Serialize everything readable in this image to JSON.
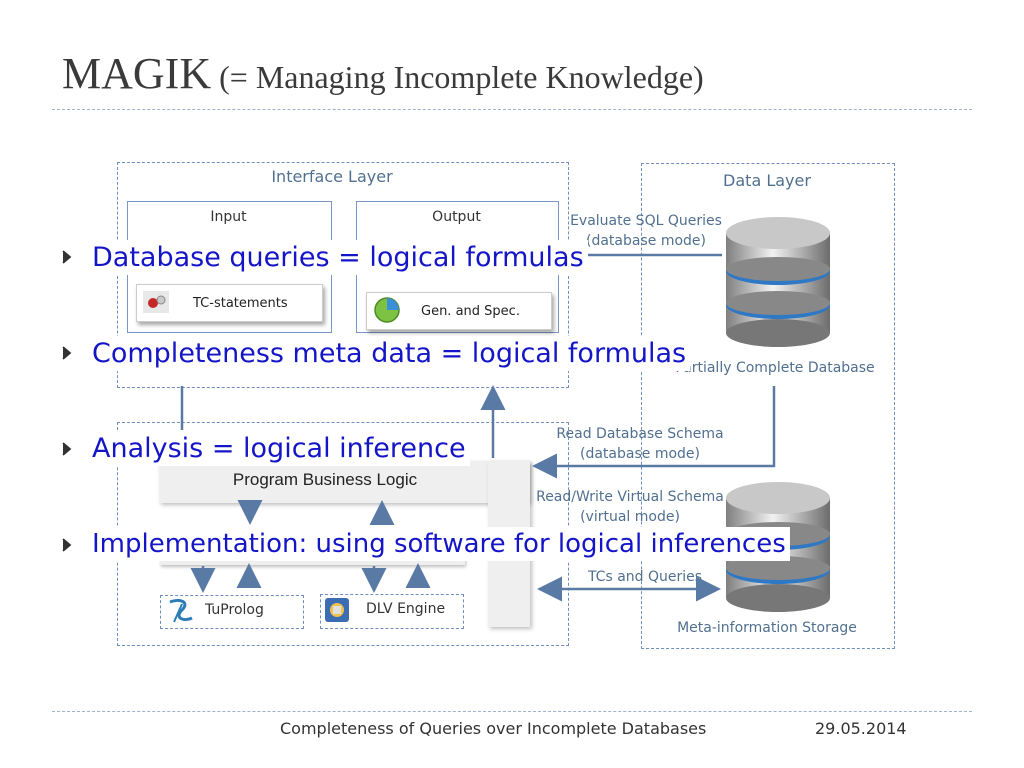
{
  "slide": {
    "title_main": "MAGIK",
    "title_sub": " (= Managing Incomplete Knowledge)"
  },
  "diagram": {
    "interface_layer_label": "Interface Layer",
    "input_label": "Input",
    "output_label": "Output",
    "tc_statements": "TC-statements",
    "gen_spec": "Gen. and Spec.",
    "business_logic": "Program Business Logic",
    "tuprolog": "TuProlog",
    "dlv_engine": "DLV Engine",
    "data_layer_label": "Data Layer",
    "evaluate_sql_1": "Evaluate SQL Queries",
    "evaluate_sql_2": "(database mode)",
    "partial_db": "Partially Complete Database",
    "read_schema_1": "Read Database Schema",
    "read_schema_2": "(database mode)",
    "rw_virtual_1": "Read/Write Virtual Schema",
    "rw_virtual_2": "(virtual mode)",
    "tcs_queries": "TCs and Queries",
    "meta_storage": "Meta-information Storage"
  },
  "bullets": [
    "Database queries =  logical formulas",
    "Completeness meta data =  logical formulas",
    "Analysis  = logical inference",
    "Implementation: using software for logical inferences"
  ],
  "footer": {
    "text": "Completeness of Queries over Incomplete Databases",
    "date": "29.05.2014"
  },
  "colors": {
    "bullet_text": "#1515c8",
    "diagram_blue": "#51708f",
    "arrow": "#5a7aa6"
  }
}
